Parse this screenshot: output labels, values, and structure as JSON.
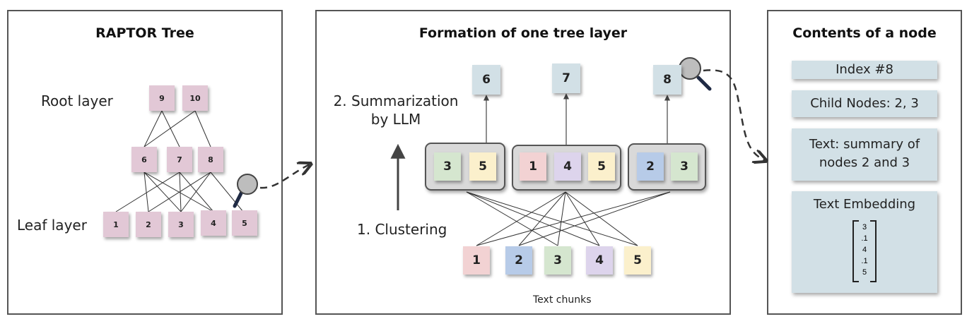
{
  "panels": {
    "left": {
      "title": "RAPTOR Tree"
    },
    "middle": {
      "title": "Formation of one tree layer"
    },
    "right": {
      "title": "Contents of a node"
    }
  },
  "raptor_tree": {
    "root_label": "Root layer",
    "leaf_label": "Leaf layer",
    "root_nodes": [
      "9",
      "10"
    ],
    "mid_nodes": [
      "6",
      "7",
      "8"
    ],
    "leaf_nodes": [
      "1",
      "2",
      "3",
      "4",
      "5"
    ],
    "edges": [
      [
        "9",
        "6"
      ],
      [
        "9",
        "7"
      ],
      [
        "10",
        "6"
      ],
      [
        "10",
        "8"
      ],
      [
        "6",
        "2"
      ],
      [
        "6",
        "4"
      ],
      [
        "7",
        "1"
      ],
      [
        "7",
        "3"
      ],
      [
        "8",
        "3"
      ],
      [
        "8",
        "5"
      ],
      [
        "6",
        "3"
      ],
      [
        "7",
        "4"
      ]
    ]
  },
  "formation": {
    "summarization_label": "2. Summarization\nby LLM",
    "summarization_line1": "2. Summarization",
    "summarization_line2": "by LLM",
    "clustering_label": "1.  Clustering",
    "chunks_label": "Text chunks",
    "top_nodes": [
      "6",
      "7",
      "8"
    ],
    "clusters": [
      {
        "nodes": [
          "3",
          "5"
        ]
      },
      {
        "nodes": [
          "1",
          "4",
          "5"
        ]
      },
      {
        "nodes": [
          "2",
          "3"
        ]
      }
    ],
    "text_chunks": [
      "1",
      "2",
      "3",
      "4",
      "5"
    ]
  },
  "node_contents": {
    "index": "Index #8",
    "children": "Child Nodes: 2, 3",
    "text_line1": "Text:  summary of",
    "text_line2": "nodes 2 and 3",
    "embedding_title": "Text Embedding",
    "embedding_values": [
      "3",
      ".1",
      "4",
      ".1",
      "5"
    ]
  },
  "colors": {
    "chunk_1": "#f2d2d3",
    "chunk_2": "#b7cbe8",
    "chunk_3": "#d5e6cf",
    "chunk_4": "#ddd4ec",
    "chunk_5": "#fbf0cc",
    "tree_node": "#e2c8d6",
    "summary_node": "#d2e0e6",
    "cluster_bg": "#d9d9d9"
  },
  "icons": [
    "magnifier-icon",
    "magnifier-icon",
    "dashed-arrow-icon",
    "dashed-arrow-icon"
  ]
}
